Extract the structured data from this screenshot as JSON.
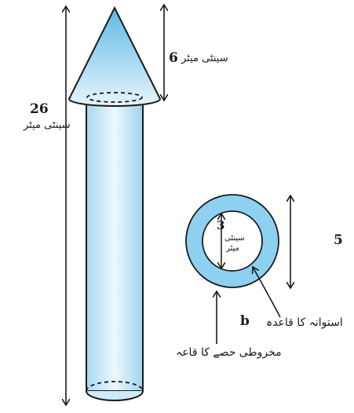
{
  "labels": {
    "cone_height_value": "6",
    "cone_height_unit": "سینٹی میٹر",
    "total_height_value": "26",
    "total_height_unit": "سینٹی میٹر",
    "inner_radius_value": "3",
    "inner_radius_unit_line1": "سینٹی",
    "inner_radius_unit_line2": "میٹر",
    "outer_value": "5",
    "point_b": "b",
    "cylinder_base": "استوانہ کا قاعدہ",
    "cone_base": "مخروطی حصے کا قاعہ"
  },
  "colors": {
    "cylinder_edge": "#9fd3ee",
    "cylinder_mid": "#e8f6fd",
    "cone_tip": "#7cc5ec",
    "ring": "#8ed0f0",
    "stroke": "#1a1a1a"
  }
}
